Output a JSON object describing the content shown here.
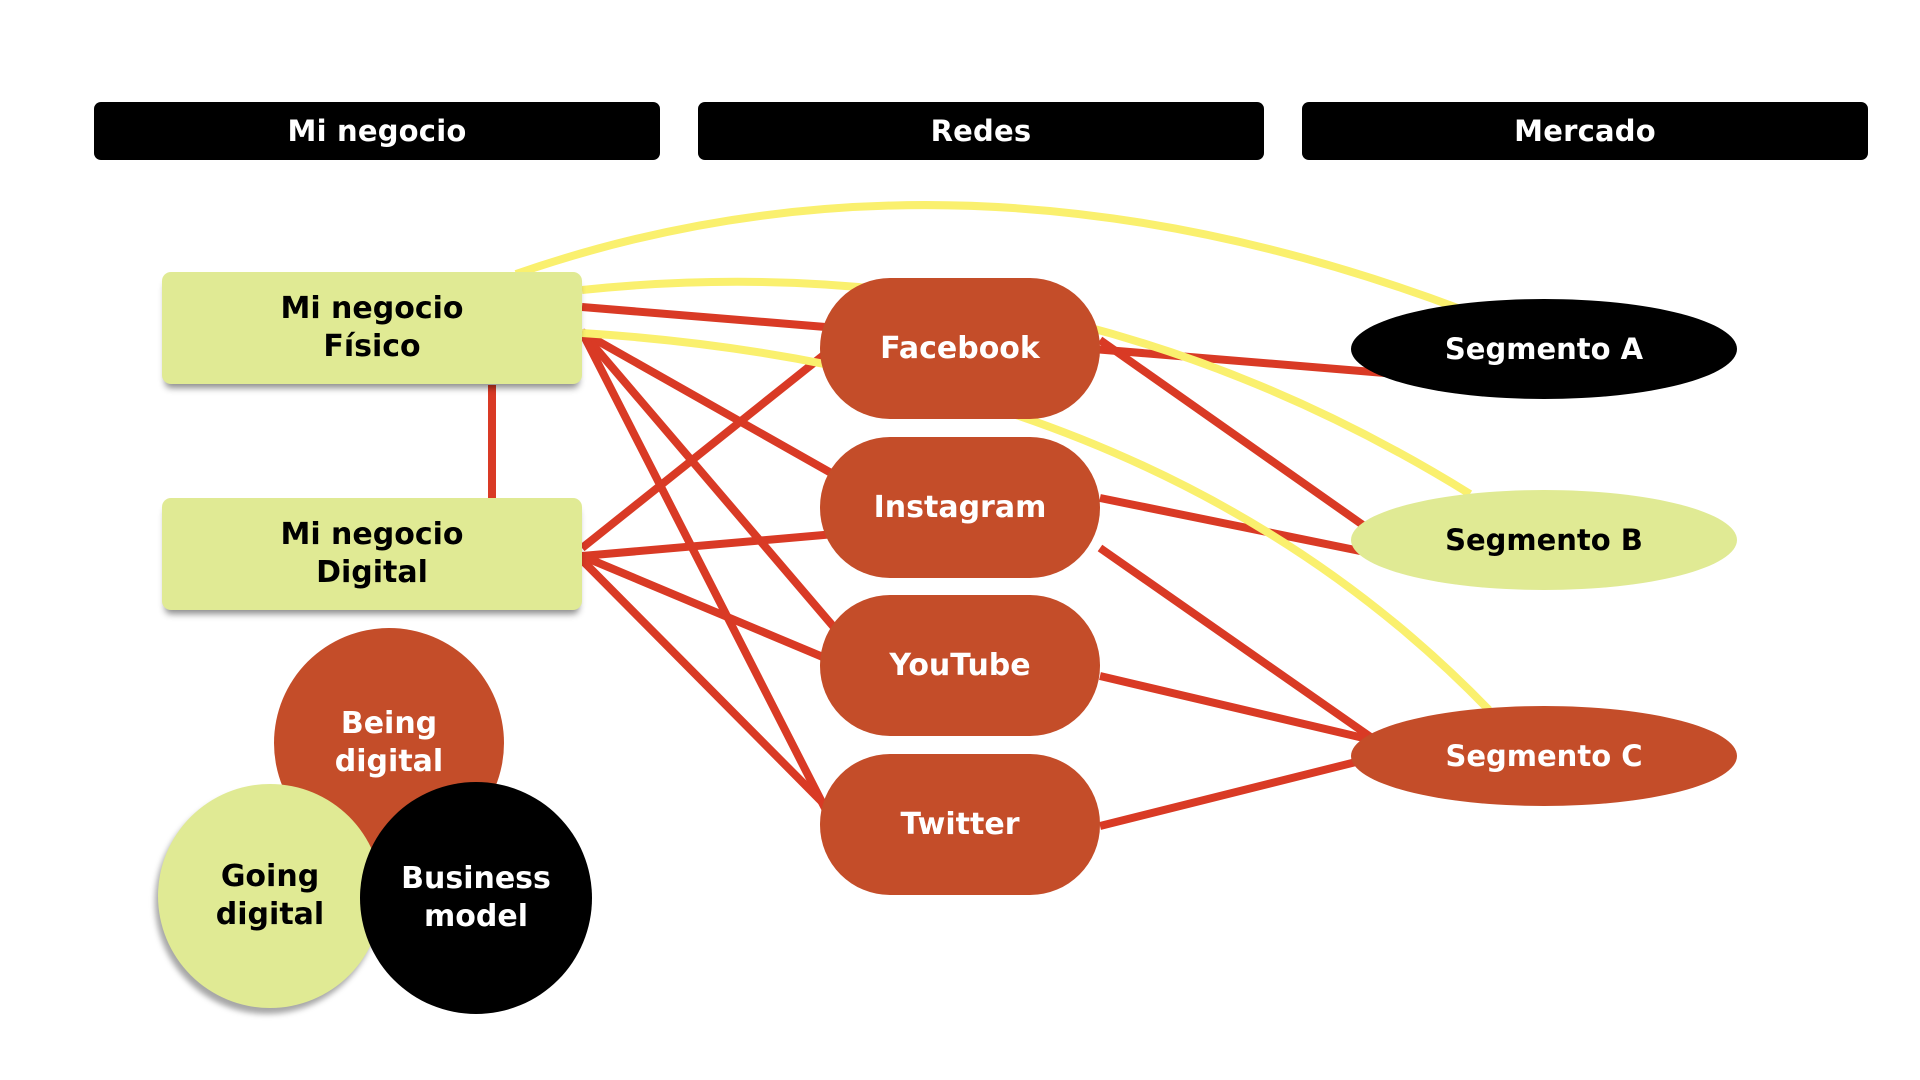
{
  "headers": [
    "Mi negocio",
    "Redes",
    "Mercado"
  ],
  "business": [
    {
      "id": "fisico",
      "label": "Mi negocio\nFísico"
    },
    {
      "id": "digital",
      "label": "Mi negocio\nDigital"
    }
  ],
  "networks": [
    {
      "id": "facebook",
      "label": "Facebook"
    },
    {
      "id": "instagram",
      "label": "Instagram"
    },
    {
      "id": "youtube",
      "label": "YouTube"
    },
    {
      "id": "twitter",
      "label": "Twitter"
    }
  ],
  "segments": [
    {
      "id": "seg_a",
      "label": "Segmento A",
      "fill": "#000000",
      "text": "#ffffff"
    },
    {
      "id": "seg_b",
      "label": "Segmento B",
      "fill": "#E0EA94",
      "text": "#000000"
    },
    {
      "id": "seg_c",
      "label": "Segmento C",
      "fill": "#C44D29",
      "text": "#ffffff"
    }
  ],
  "venn": [
    {
      "id": "being",
      "label": "Being\ndigital",
      "fill": "#C44D29",
      "text": "#ffffff"
    },
    {
      "id": "going",
      "label": "Going\ndigital",
      "fill": "#E0EA94",
      "text": "#000000"
    },
    {
      "id": "business",
      "label": "Business\nmodel",
      "fill": "#000000",
      "text": "#ffffff"
    }
  ],
  "colors": {
    "red_link": "#D93A25",
    "yellow_link": "#FAF06E",
    "node_red": "#C44D29",
    "node_green": "#E0EA94",
    "header_bg": "#000000"
  },
  "red_links": [
    {
      "from": "fisico",
      "to": "digital"
    },
    {
      "from": "fisico",
      "to": "seg_a"
    },
    {
      "from": "fisico",
      "to": "instagram"
    },
    {
      "from": "fisico",
      "to": "youtube"
    },
    {
      "from": "fisico",
      "to": "twitter"
    },
    {
      "from": "digital",
      "to": "facebook"
    },
    {
      "from": "digital",
      "to": "instagram"
    },
    {
      "from": "digital",
      "to": "youtube"
    },
    {
      "from": "digital",
      "to": "twitter"
    },
    {
      "from": "facebook",
      "to": "seg_b"
    },
    {
      "from": "instagram",
      "to": "seg_b"
    },
    {
      "from": "instagram",
      "to": "seg_c"
    },
    {
      "from": "youtube",
      "to": "seg_c"
    },
    {
      "from": "twitter",
      "to": "seg_c"
    }
  ],
  "yellow_links": [
    {
      "from": "fisico",
      "to": "seg_a"
    },
    {
      "from": "fisico",
      "to": "seg_b"
    },
    {
      "from": "fisico",
      "to": "seg_c"
    }
  ]
}
